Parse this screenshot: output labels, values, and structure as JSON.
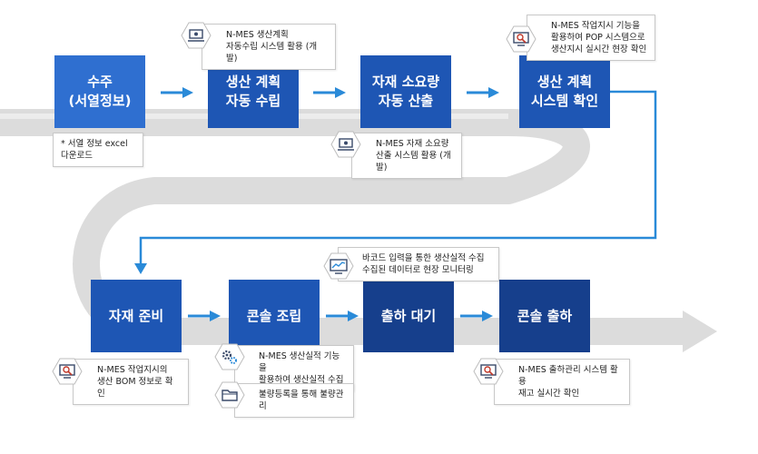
{
  "steps": {
    "s1": "수주\n(서열정보)",
    "s2": "생산 계획\n자동 수립",
    "s3": "자재 소요량\n자동 산출",
    "s4": "생산 계획\n시스템 확인",
    "s5": "자재 준비",
    "s6": "콘솔 조립",
    "s7": "출하 대기",
    "s8": "콘솔 출하"
  },
  "notes": {
    "n1": "*  서열 정보 excel\n    다운로드",
    "n2": "N-MES 생산계획\n자동수립 시스템 활용 (개발)",
    "n3": "N-MES 자재 소요량\n산출 시스템 활용 (개발)",
    "n4": "N-MES 작업지시 기능을\n활용하여 POP 시스템으로\n생산지시 실시간 현장 확인",
    "n5": "바코드 입력을 통한 생산실적 수집\n수집된 데이터로 현장 모니터링",
    "n6": "N-MES 작업지시의\n생산 BOM 정보로 확인",
    "n7": "N-MES 생산실적 기능을\n활용하여 생산실적 수집",
    "n8": "불량등록을 통해 불량관리",
    "n9": "N-MES 출하관리 시스템 활용\n재고 실시간 확인"
  },
  "icons": {
    "n2": "laptop-icon",
    "n3": "laptop-icon",
    "n4": "monitor-search-icon",
    "n5": "chart-monitor-icon",
    "n6": "monitor-search-icon",
    "n7": "gears-icon",
    "n8": "folder-icon",
    "n9": "monitor-search-icon"
  },
  "colors": {
    "step_light": "#2f6fd0",
    "step_mid": "#1e56b4",
    "step_dark": "#163f8c",
    "arrow": "#2a8ad8",
    "road": "#d9d9d9"
  }
}
